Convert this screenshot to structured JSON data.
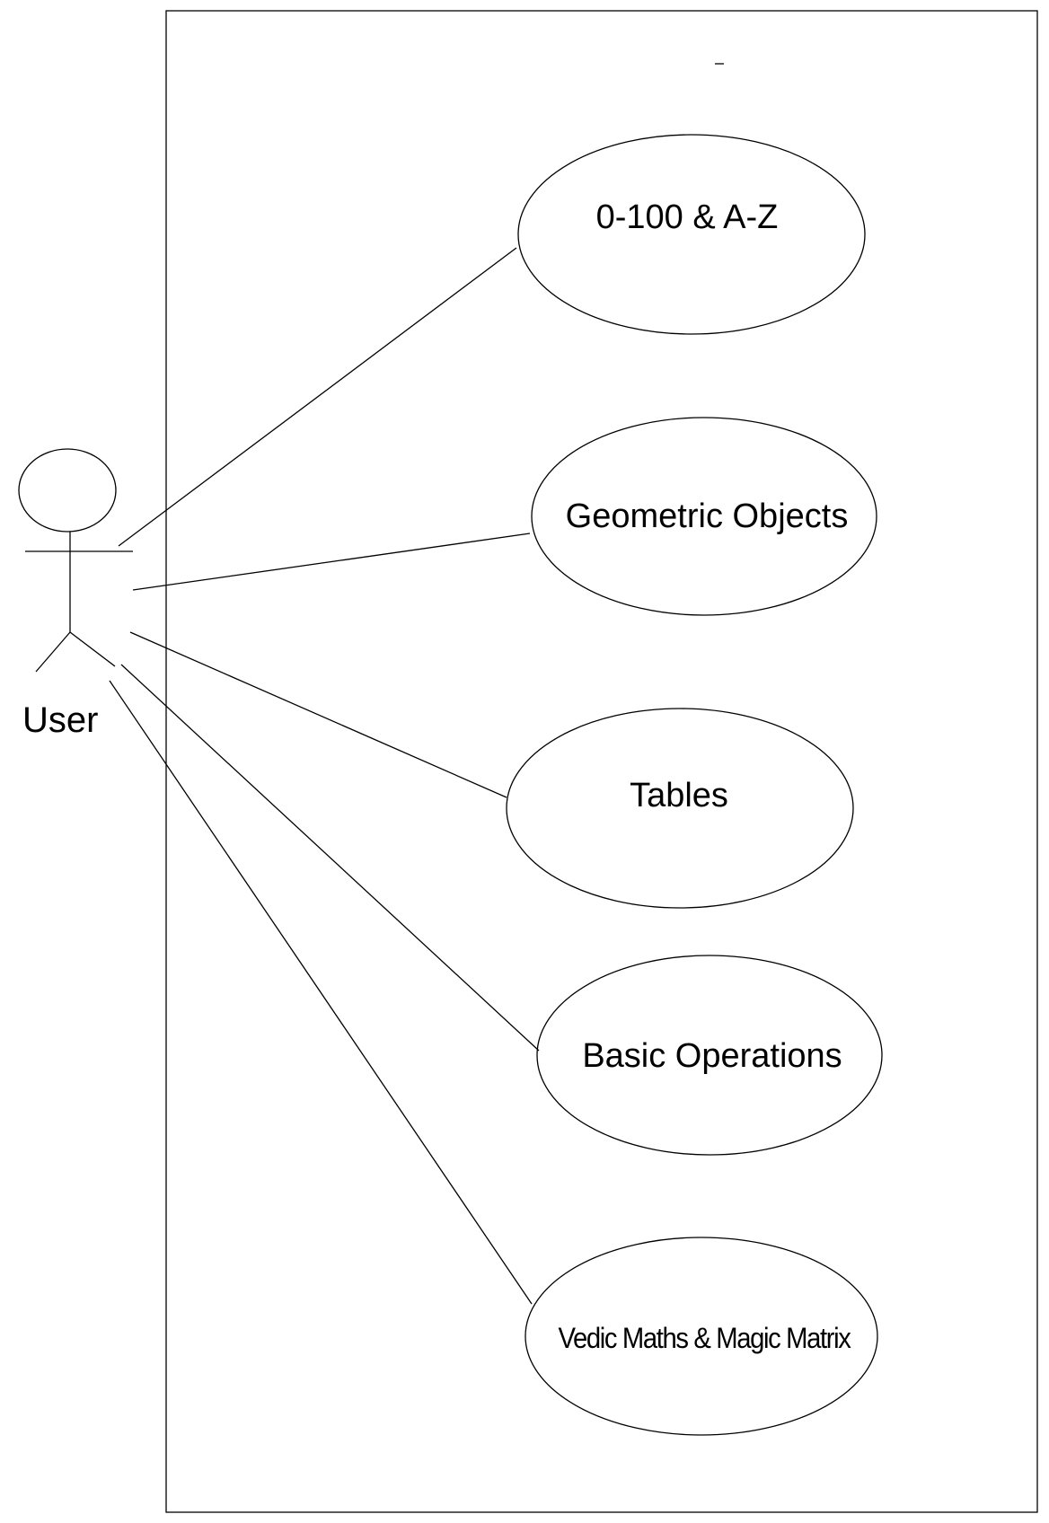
{
  "actor": {
    "label": "User",
    "icon": "stick-figure-icon"
  },
  "use_cases": [
    {
      "id": "counting",
      "label": "0-100 & A-Z"
    },
    {
      "id": "geometry",
      "label": "Geometric Objects"
    },
    {
      "id": "tables",
      "label": "Tables"
    },
    {
      "id": "operations",
      "label": "Basic Operations"
    },
    {
      "id": "vedic",
      "label": "Vedic Maths & Magic Matrix"
    }
  ],
  "colors": {
    "stroke": "#000000",
    "background": "#ffffff"
  }
}
